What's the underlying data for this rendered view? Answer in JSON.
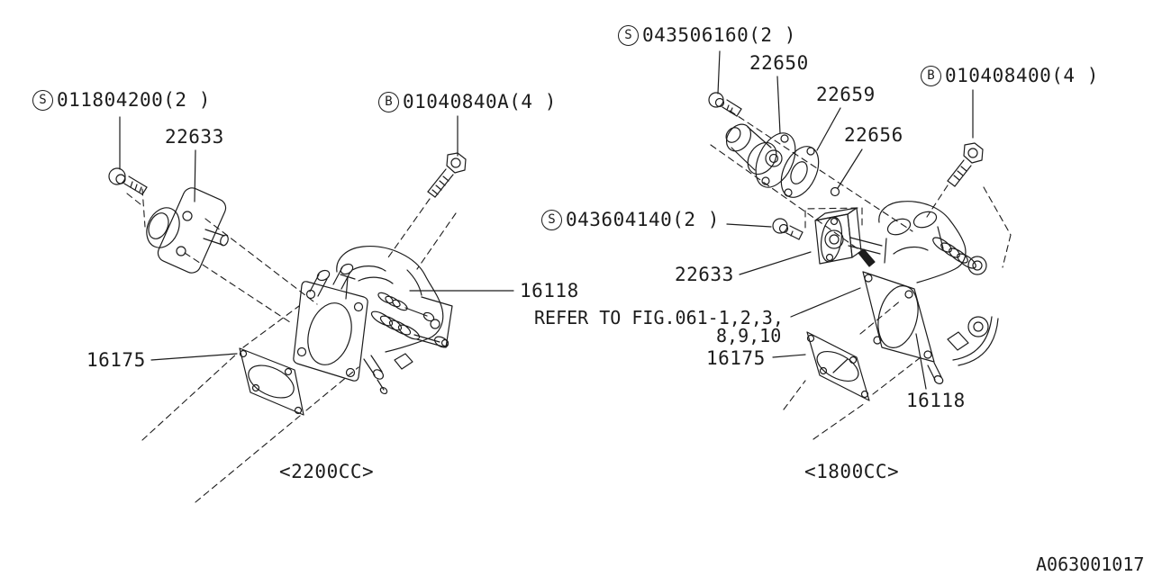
{
  "figure": {
    "drawing_number": "A063001017",
    "line_color": "#1c1c1c",
    "background_color": "#ffffff"
  },
  "left_diagram": {
    "caption": "<2200CC>",
    "labels": {
      "screw": {
        "badge": "S",
        "part_no": "011804200(2 )"
      },
      "iac_valve": {
        "part_no": "22633"
      },
      "bolt": {
        "badge": "B",
        "part_no": "01040840A(4 )"
      },
      "throttle_body": {
        "part_no": "16118"
      },
      "gasket": {
        "part_no": "16175"
      }
    }
  },
  "right_diagram": {
    "caption": "<1800CC>",
    "labels": {
      "screw_air_valve": {
        "badge": "S",
        "part_no": "043506160(2 )"
      },
      "air_valve": {
        "part_no": "22650"
      },
      "air_valve_gasket": {
        "part_no": "22659"
      },
      "o_ring": {
        "part_no": "22656"
      },
      "bolt": {
        "badge": "B",
        "part_no": "010408400(4 )"
      },
      "screw_iac": {
        "badge": "S",
        "part_no": "043604140(2 )"
      },
      "iac_valve": {
        "part_no": "22633"
      },
      "refer_note": {
        "line1": "REFER TO FIG.061-1,2,3,",
        "line2": "8,9,10"
      },
      "gasket": {
        "part_no": "16175"
      },
      "throttle_body": {
        "part_no": "16118"
      }
    }
  }
}
